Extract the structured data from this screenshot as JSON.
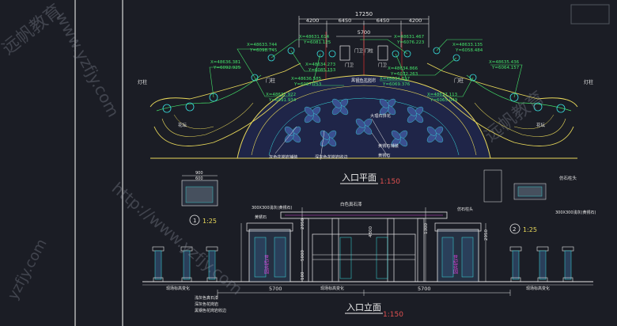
{
  "colors": {
    "background": "#1b1d25",
    "frame": "#d8d8d8",
    "dimension": "#e8e8e8",
    "cyan": "#38e0e0",
    "yellow": "#e8d85a",
    "green": "#44e26a",
    "red": "#e03030",
    "magenta": "#d040d0",
    "blue_fill": "#3a4f8f",
    "title": "#f0f0f0",
    "scale": "#e05050"
  },
  "plan": {
    "top_dim_total": "17250",
    "top_dims": [
      "4200",
      "6450",
      "6450",
      "4200"
    ],
    "inner_dim": "5700",
    "title": "入口平面",
    "scale": "1:150",
    "coordinates": [
      {
        "x": "X=48633.744",
        "y": "Y=6098.745"
      },
      {
        "x": "X=48631.614",
        "y": "Y=6081.125"
      },
      {
        "x": "X=48631.467",
        "y": "Y=6076.223"
      },
      {
        "x": "X=48633.135",
        "y": "Y=6058.484"
      },
      {
        "x": "X=48636.381",
        "y": "Y=6092.925"
      },
      {
        "x": "X=48634.273",
        "y": "Y=6085.153"
      },
      {
        "x": "X=48634.866",
        "y": "Y=6072.263"
      },
      {
        "x": "X=48635.436",
        "y": "Y=6064.157"
      },
      {
        "x": "X=48636.585",
        "y": "Y=6087.753"
      },
      {
        "x": "X=48634.817",
        "y": "Y=6069.376"
      },
      {
        "x": "X=48637.922",
        "y": "Y=6091.934"
      },
      {
        "x": "X=48637.113",
        "y": "Y=6065.049"
      }
    ],
    "labels": {
      "lamp_left": "灯柱",
      "lamp_right": "灯柱",
      "pillar_left": "门柱",
      "pillar_right": "门柱",
      "gate_left": "门卫",
      "gate_right": "门卫",
      "center_top": "门卫 门柱",
      "flower_left": "花坛",
      "flower_right": "花坛",
      "note_a": "黑钢色花岗岩",
      "note_b": "大理石拼花",
      "note_c": "灰色花岗岩铺装",
      "note_d": "深灰色花岗岩收边",
      "note_e": "黄锈石铺装",
      "note_f": "黄锈石"
    }
  },
  "detail_left": {
    "callout": "1",
    "scale": "1:25",
    "dims": [
      "900",
      "600"
    ]
  },
  "detail_right": {
    "callout": "2",
    "scale": "1:25",
    "label": "仿石柱头",
    "note": "300X300浅灰(黄锈石)"
  },
  "elevation": {
    "title": "入口立面",
    "scale": "1:150",
    "bottom_dims": [
      "5700",
      "5700"
    ],
    "vertical_dims_left": [
      "2950",
      "5000",
      "100"
    ],
    "vertical_dims_right": [
      "4800",
      "1300",
      "2950"
    ],
    "plaque_left": "世纪花园",
    "plaque_right": "世纪花园",
    "top_label": "白色真石漆",
    "notes": [
      "300X300浅灰(黄锈石)",
      "黄锈石",
      "仿石柱头",
      "浅灰色真石漆",
      "深灰色花岗岩",
      "黑钢色花岗岩收边"
    ],
    "ground_label": "现场标高变化"
  },
  "watermarks": [
    "远帆教育",
    "www.yzfjy.com",
    "http://www.yzfjy.com",
    "yzfjy.com",
    "远帆教育"
  ]
}
